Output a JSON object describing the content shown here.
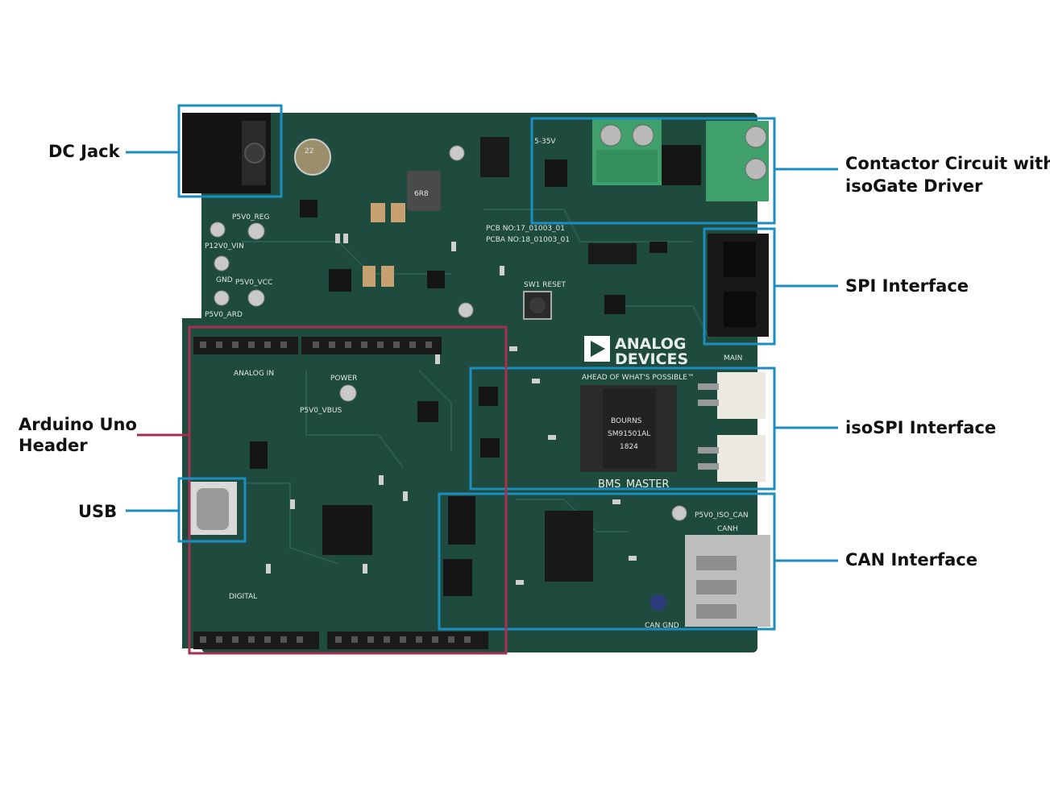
{
  "callouts": {
    "dc_jack": "DC Jack",
    "contactor_line1": "Contactor Circuit with",
    "contactor_line2": "isoGate Driver",
    "spi": "SPI Interface",
    "isospi": "isoSPI Interface",
    "can": "CAN Interface",
    "arduino_line1": "Arduino Uno",
    "arduino_line2": "Header",
    "usb": "USB"
  },
  "board": {
    "brand_line1": "ANALOG",
    "brand_line2": "DEVICES",
    "tagline": "AHEAD OF WHAT'S POSSIBLE™",
    "transformer_line1": "BOURNS",
    "transformer_line2": "SM91501AL",
    "transformer_line3": "1824",
    "board_name": "BMS_MASTER",
    "pcb_no": "PCB  NO:17_01003_01",
    "pcba_no": "PCBA NO:18_01003_01",
    "voltage": "5-35V",
    "analog_in": "ANALOG IN",
    "power": "POWER",
    "digital": "DIGITAL",
    "reset": "SW1  RESET",
    "main": "MAIN",
    "canh": "CANH",
    "can_gnd": "CAN  GND",
    "p5v0_iso_can": "P5V0_ISO_CAN",
    "p12v0_vin": "P12V0_VIN",
    "p5v0_reg": "P5V0_REG",
    "p5v0_vcc": "P5V0_VCC",
    "p5v0_ard": "P5V0_ARD",
    "p5v0_vbus": "P5V0_VBUS",
    "gnd": "GND",
    "inductor": "6R8",
    "cap_value": "22"
  },
  "colors": {
    "pcb": "#1f4a3e",
    "blue_box": "#1b8ec1",
    "red_box": "#a3314f",
    "terminal_green": "#3fa06b",
    "header_black": "#1a1a1a",
    "connector_white": "#ece9e1"
  }
}
